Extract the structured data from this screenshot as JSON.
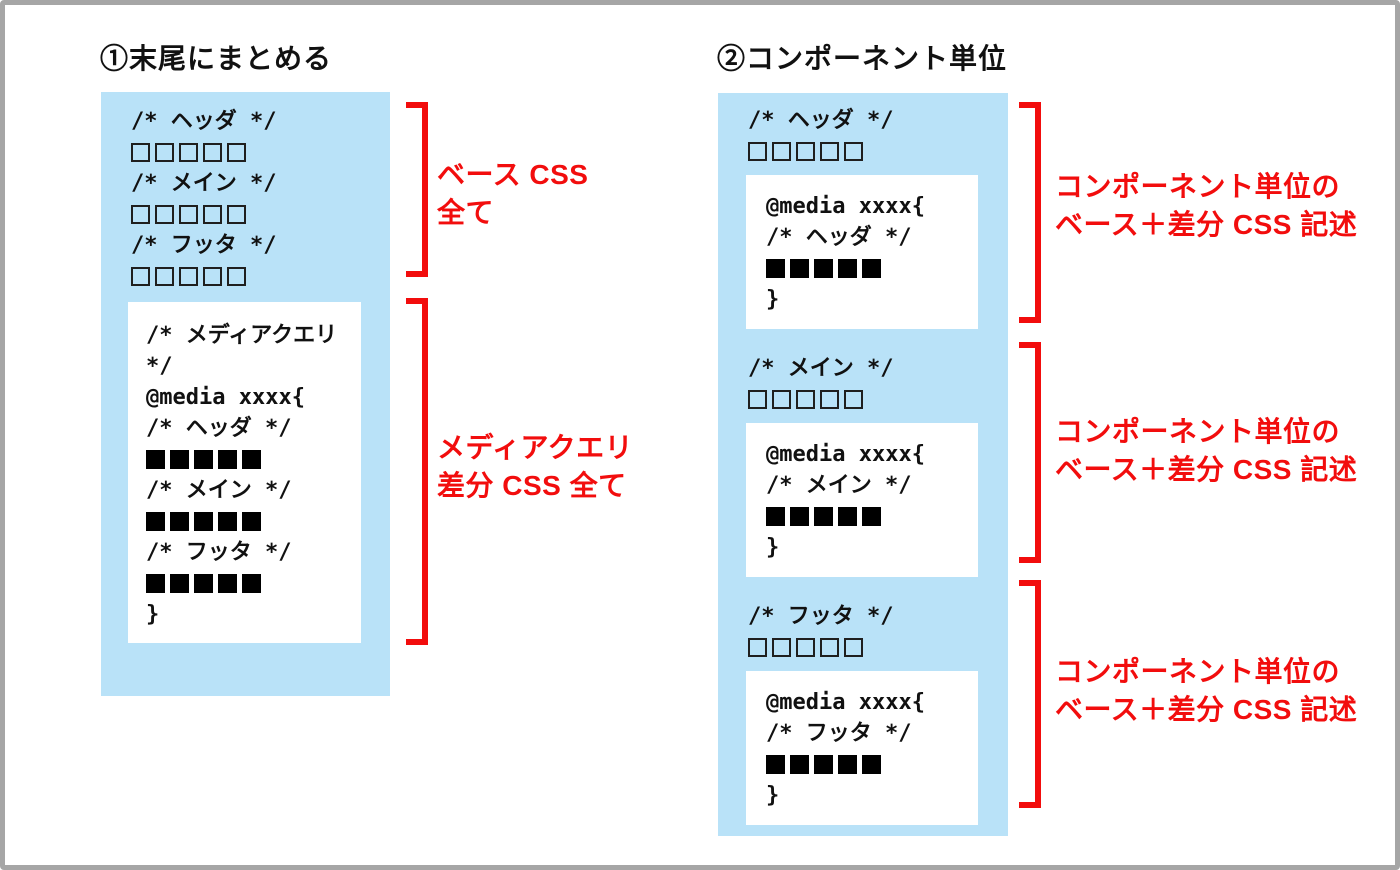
{
  "colors": {
    "panel_blue": "#b9e2f8",
    "accent_red": "#f20d0d",
    "border_gray": "#a6a6a6",
    "code_black": "#111111"
  },
  "left_panel": {
    "title": "①末尾にまとめる",
    "base_code": {
      "comment_header": "/* ヘッダ */",
      "comment_main": "/* メイン */",
      "comment_footer": "/* フッタ */",
      "placeholder_square_count": 5,
      "placeholder_square_style": "outlined"
    },
    "media_query_box": {
      "lines": [
        "/* メディアクエリ",
        "*/",
        "@media xxxx{",
        "/* ヘッダ */",
        "/* メイン */",
        "/* フッタ */",
        "}"
      ],
      "filled_square_count": 5,
      "filled_square_style": "filled"
    },
    "annotations": [
      {
        "line1": "ベース CSS",
        "line2": "全て"
      },
      {
        "line1": "メディアクエリ",
        "line2": "差分 CSS 全て"
      }
    ]
  },
  "right_panel": {
    "title": "②コンポーネント単位",
    "sections": [
      {
        "comment": "/* ヘッダ */",
        "media_lines": [
          "@media xxxx{",
          "/* ヘッダ */",
          "}"
        ],
        "annotation": {
          "line1": "コンポーネント単位の",
          "line2": "ベース＋差分 CSS 記述"
        }
      },
      {
        "comment": "/* メイン */",
        "media_lines": [
          "@media xxxx{",
          "/* メイン */",
          "}"
        ],
        "annotation": {
          "line1": "コンポーネント単位の",
          "line2": "ベース＋差分 CSS 記述"
        }
      },
      {
        "comment": "/* フッタ */",
        "media_lines": [
          "@media xxxx{",
          "/* フッタ */",
          "}"
        ],
        "annotation": {
          "line1": "コンポーネント単位の",
          "line2": "ベース＋差分 CSS 記述"
        }
      }
    ]
  }
}
